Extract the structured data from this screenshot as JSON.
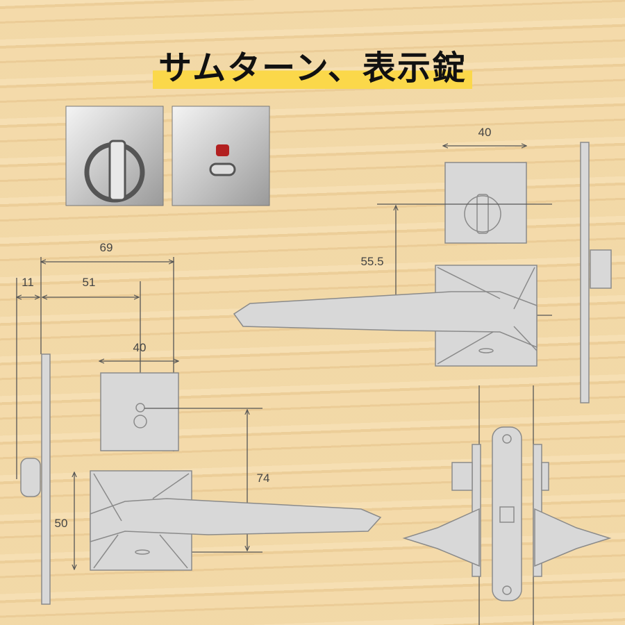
{
  "title": "サムターン、表示錠",
  "dimensions": {
    "top_plate_width": "40",
    "top_center_to_lever": "55.5",
    "overall_width": "69",
    "plate_offset": "11",
    "center_offset": "51",
    "front_plate_width": "40",
    "front_center_to_lever": "74",
    "lever_height": "50"
  }
}
